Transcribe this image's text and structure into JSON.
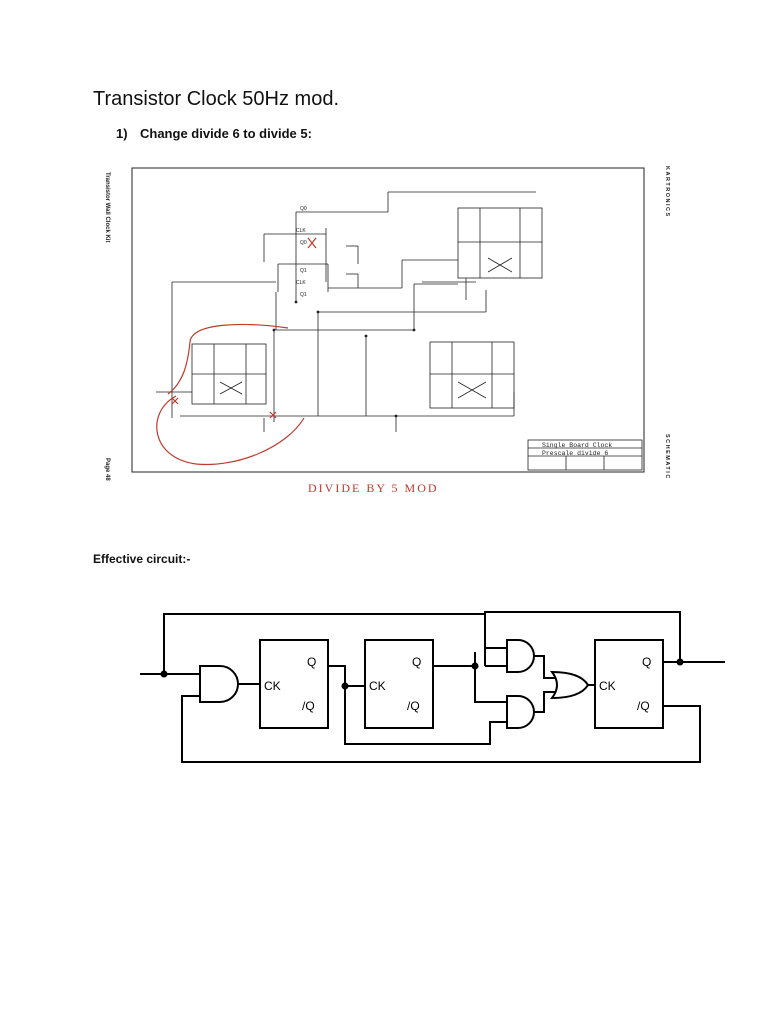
{
  "doc": {
    "title": "Transistor Clock 50Hz mod.",
    "step_number": "1)",
    "step_text": "Change divide 6 to divide 5:",
    "effective_label": "Effective circuit:-"
  },
  "scan": {
    "left_margin_text": "Transistor Wall Clock Kit",
    "left_page_text": "Page 48",
    "right_top_text": "KARTRONICS",
    "right_bottom_text": "SCHEMATIC",
    "title_block_line1": "Single Board Clock",
    "title_block_line2": "Prescale divide 6",
    "handwritten_note": "DIVIDE BY 5 MOD",
    "signal_labels": [
      "Q0",
      "CLK",
      "Q0",
      "Q1",
      "CLK",
      "Q1"
    ],
    "ink_color": "#c0392b"
  },
  "circuit": {
    "ff1": {
      "q": "Q",
      "nq": "/Q",
      "ck": "CK"
    },
    "ff2": {
      "q": "Q",
      "nq": "/Q",
      "ck": "CK"
    },
    "ff3": {
      "q": "Q",
      "nq": "/Q",
      "ck": "CK"
    }
  }
}
